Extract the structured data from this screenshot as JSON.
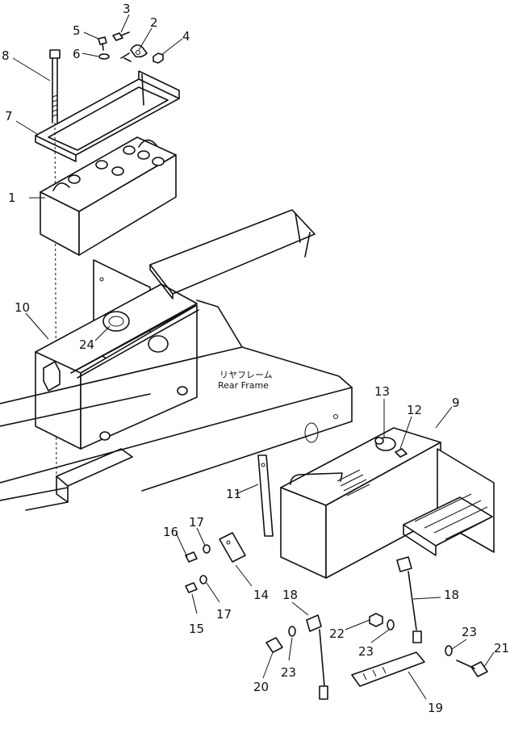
{
  "diagram": {
    "labels": {
      "rear_frame_jp": "リヤフレーム",
      "rear_frame_en": "Rear Frame"
    },
    "callouts": [
      {
        "id": "c1",
        "text": "1"
      },
      {
        "id": "c2",
        "text": "2"
      },
      {
        "id": "c3",
        "text": "3"
      },
      {
        "id": "c4",
        "text": "4"
      },
      {
        "id": "c5",
        "text": "5"
      },
      {
        "id": "c6",
        "text": "6"
      },
      {
        "id": "c7",
        "text": "7"
      },
      {
        "id": "c8",
        "text": "8"
      },
      {
        "id": "c9",
        "text": "9"
      },
      {
        "id": "c10",
        "text": "10"
      },
      {
        "id": "c11",
        "text": "11"
      },
      {
        "id": "c12",
        "text": "12"
      },
      {
        "id": "c13",
        "text": "13"
      },
      {
        "id": "c14",
        "text": "14"
      },
      {
        "id": "c15",
        "text": "15"
      },
      {
        "id": "c16",
        "text": "16"
      },
      {
        "id": "c17a",
        "text": "17"
      },
      {
        "id": "c17b",
        "text": "17"
      },
      {
        "id": "c18a",
        "text": "18"
      },
      {
        "id": "c18b",
        "text": "18"
      },
      {
        "id": "c19",
        "text": "19"
      },
      {
        "id": "c20",
        "text": "20"
      },
      {
        "id": "c21",
        "text": "21"
      },
      {
        "id": "c22",
        "text": "22"
      },
      {
        "id": "c23a",
        "text": "23"
      },
      {
        "id": "c23b",
        "text": "23"
      },
      {
        "id": "c23c",
        "text": "23"
      },
      {
        "id": "c24",
        "text": "24"
      }
    ]
  }
}
